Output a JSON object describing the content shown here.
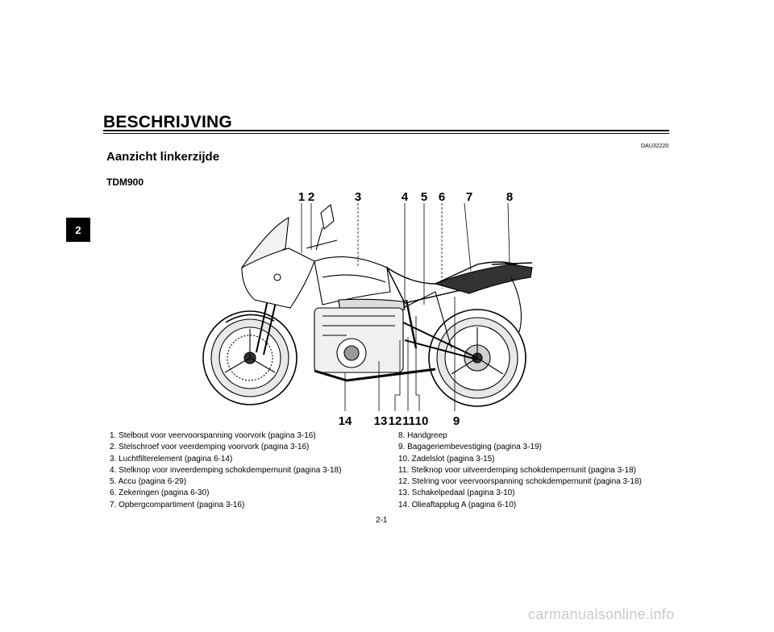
{
  "header": {
    "title": "BESCHRIJVING",
    "doc_code": "DAU32220"
  },
  "section": {
    "title": "Aanzicht linkerzijde",
    "model": "TDM900"
  },
  "chapter_tab": "2",
  "figure": {
    "callouts_top": [
      "1",
      "2",
      "3",
      "4",
      "5",
      "6",
      "7",
      "8"
    ],
    "callouts_bottom": [
      "14",
      "13",
      "12",
      "11",
      "10",
      "9"
    ]
  },
  "legend": {
    "left": [
      "1. Stelbout voor veervoorspanning voorvork (pagina 3-16)",
      "2. Stelschroef voor veerdemping voorvork (pagina 3-16)",
      "3. Luchtfilterelement (pagina 6-14)",
      "4. Stelknop voor inveerdemping schokdempernunit (pagina 3-18)",
      "5. Accu (pagina 6-29)",
      "6. Zekeringen (pagina 6-30)",
      "7. Opbergcompartiment (pagina 3-16)"
    ],
    "right": [
      "8. Handgreep",
      "9. Bagageriembevestiging (pagina 3-19)",
      "10. Zadelslot (pagina 3-15)",
      "11. Stelknop voor uitveerdemping schokdempernunit (pagina 3-18)",
      "12. Stelring voor veervoorspanning schokdempernunit (pagina 3-18)",
      "13. Schakelpedaal (pagina 3-10)",
      "14. Olieaftapplug A (pagina 6-10)"
    ]
  },
  "footer": {
    "page_number": "2-1",
    "watermark": "carmanualsonline.info"
  }
}
